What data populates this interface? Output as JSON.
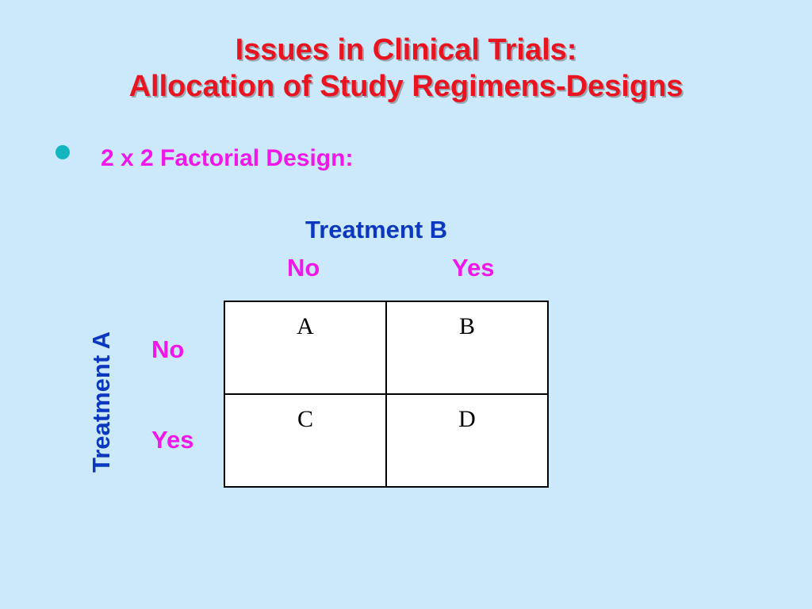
{
  "slide": {
    "title_line1": "Issues in Clinical Trials:",
    "title_line2": "Allocation of Study Regimens-Designs",
    "bullet_text": "2 x 2 Factorial Design:",
    "bullet_icon": "filled-circle"
  },
  "table": {
    "column_header": "Treatment B",
    "column_levels": [
      "No",
      "Yes"
    ],
    "row_header": "Treatment A",
    "row_levels": [
      "No",
      "Yes"
    ],
    "cells": [
      [
        "A",
        "B"
      ],
      [
        "C",
        "D"
      ]
    ]
  },
  "colors": {
    "background": "#cce9fb",
    "title": "#e8141f",
    "bullet_text": "#f018e8",
    "header": "#0c38c0",
    "bullet": "#14b4c0"
  }
}
